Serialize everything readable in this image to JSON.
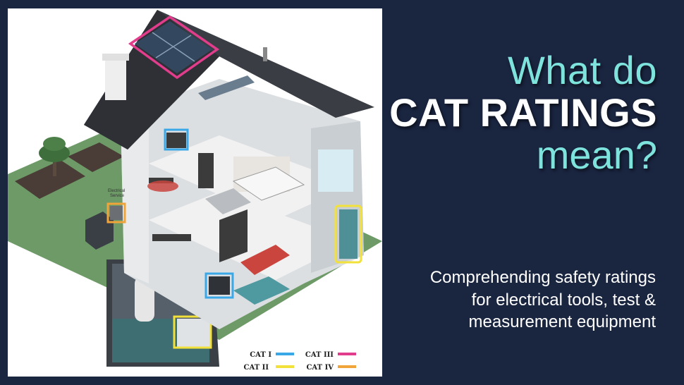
{
  "heading": {
    "line1": "What do",
    "line2": "CAT RATINGS",
    "line3": "mean?"
  },
  "subtitle": "Comprehending safety ratings for electrical tools, test & measurement equipment",
  "illustration": {
    "electrical_service_label": [
      "Electrical",
      "Service"
    ],
    "legend": [
      {
        "label": "CAT I",
        "color": "#3aa8e6"
      },
      {
        "label": "CAT III",
        "color": "#e23d8c"
      },
      {
        "label": "CAT II",
        "color": "#f2e13a"
      },
      {
        "label": "CAT IV",
        "color": "#f0a43a"
      }
    ]
  },
  "colors": {
    "background": "#1a2540",
    "accent": "#7ee3dc",
    "cat_i": "#3aa8e6",
    "cat_ii": "#f2e13a",
    "cat_iii": "#e23d8c",
    "cat_iv": "#f0a43a"
  }
}
